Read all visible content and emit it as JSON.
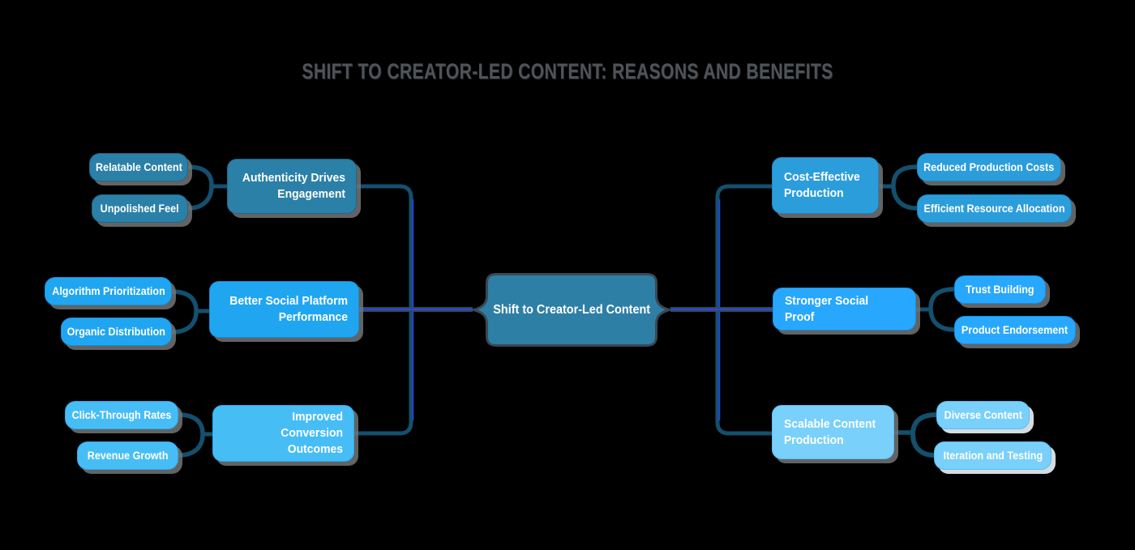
{
  "title": "SHIFT TO CREATOR-LED CONTENT: REASONS AND BENEFITS",
  "center": {
    "label": "Shift to Creator-Led Content"
  },
  "branches": [
    {
      "label": "Authenticity Drives Engagement",
      "side": "left",
      "color": "#2B80A8",
      "children": [
        {
          "label": "Relatable Content"
        },
        {
          "label": "Unpolished Feel"
        }
      ]
    },
    {
      "label": "Better Social Platform Performance",
      "side": "left",
      "color": "#20A6F1",
      "children": [
        {
          "label": "Algorithm Prioritization"
        },
        {
          "label": "Organic Distribution"
        }
      ]
    },
    {
      "label": "Improved Conversion Outcomes",
      "side": "left",
      "color": "#47BDF6",
      "children": [
        {
          "label": "Click-Through Rates"
        },
        {
          "label": "Revenue Growth"
        }
      ]
    },
    {
      "label": "Cost-Effective Production",
      "side": "right",
      "color": "#2C9DDB",
      "children": [
        {
          "label": "Reduced Production Costs"
        },
        {
          "label": "Efficient Resource Allocation"
        }
      ]
    },
    {
      "label": "Stronger Social Proof",
      "side": "right",
      "color": "#28A7FE",
      "children": [
        {
          "label": "Trust Building"
        },
        {
          "label": "Product Endorsement"
        }
      ]
    },
    {
      "label": "Scalable Content Production",
      "side": "right",
      "color": "#79D0FA",
      "children": [
        {
          "label": "Diverse Content"
        },
        {
          "label": "Iteration and Testing"
        }
      ]
    }
  ],
  "edge_colors": {
    "main": "#14506E",
    "casing": "#33495A",
    "highlight": "#2946F5"
  },
  "background_color": "#000000",
  "center_color": "#2E7FA6",
  "title_color": "#4F5358"
}
